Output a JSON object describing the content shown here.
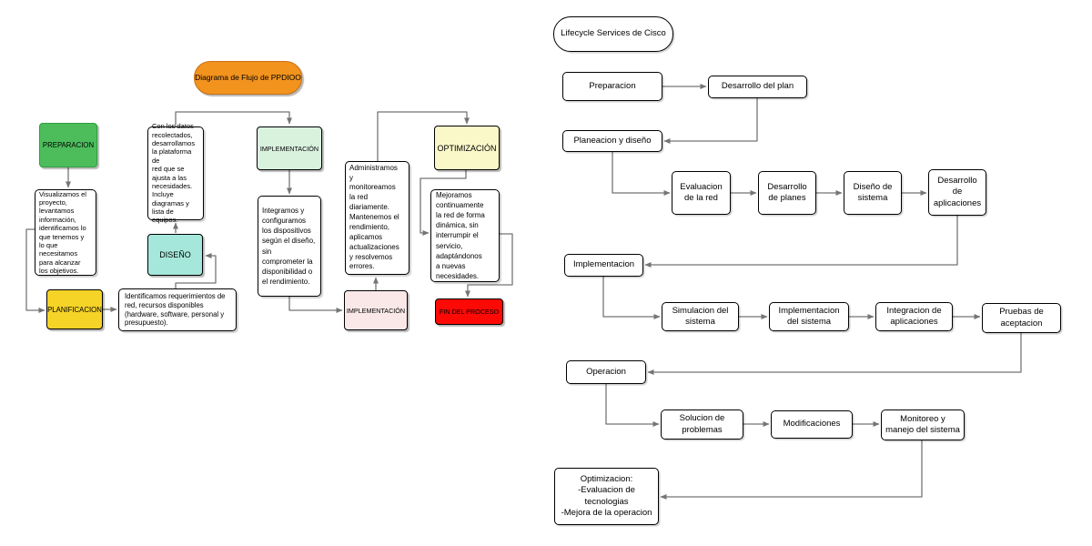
{
  "palette": {
    "title_orange": "#f2931e",
    "title_orange_border": "#c87014",
    "green": "#4dbd5c",
    "green_border": "#2f9e41",
    "yellow": "#f5d327",
    "cyan": "#a5e7db",
    "pale_green": "#d9f2de",
    "pale_yellow": "#faf8c9",
    "pink": "#fae8e8",
    "red": "#fe0905",
    "box_white": "#ffffff",
    "border_black": "#000000",
    "connector_gray": "#757575"
  },
  "left_diagram": {
    "title": "Diagrama de Flujo de PPDIOO",
    "nodes": {
      "preparacion": "PREPARACION",
      "visualizamos": "Visualizamos el\nproyecto,\nlevantamos\ninformación,\nidentificamos lo\nque tenemos y\nlo que\nnecesitamos\npara alcanzar\nlos objetivos.",
      "planificacion": "PLANIFICACION",
      "identificamos": "Identificamos requerimientos de\nred, recursos disponibles\n(hardware, software, personal y\npresupuesto).",
      "diseno": "DISEÑO",
      "con_datos": "Con los datos\nrecolectados,\ndesarrollamos\nla plataforma de\nred que se\najusta a las\nnecesidades.\nIncluye\ndiagramas y\nlista de\nequipos.",
      "implementacion_1": "IMPLEMENTACIÓN",
      "integramos": "Integramos y\nconfiguramos\nlos dispositivos\nsegún el diseño,\nsin\ncomprometer la\ndisponibilidad o\nel rendimiento.",
      "implementacion_2": "IMPLEMENTACIÓN",
      "administramos": "Administramos\ny\nmonitoreamos\nla red\ndiariamente.\nMantenemos el\nrendimiento,\naplicamos\nactualizaciones\ny resolvemos\nerrores.",
      "optimizacion": "OPTIMIZACIÓN",
      "mejoramos": "Mejoramos\ncontinuamente\nla red de forma\ndinámica, sin\ninterrumpir el\nservicio,\nadaptándonos\na nuevas\nnecesidades.",
      "fin": "FIN DEL PROCESO"
    }
  },
  "right_diagram": {
    "title": "Lifecycle Services de Cisco",
    "nodes": {
      "preparacion": "Preparacion",
      "desarrollo_plan": "Desarrollo del plan",
      "planeacion_diseno": "Planeacion y diseño",
      "evaluacion_red": "Evaluacion\nde la red",
      "desarrollo_planes": "Desarrollo\nde planes",
      "diseno_sistema": "Diseño de\nsistema",
      "desarrollo_aplicaciones": "Desarrollo\nde\naplicaciones",
      "implementacion": "Implementacion",
      "simulacion_sistema": "Simulacion del\nsistema",
      "implementacion_sistema": "Implementacion\ndel sistema",
      "integracion_aplicaciones": "Integracion de\naplicaciones",
      "pruebas_aceptacion": "Pruebas de\naceptacion",
      "operacion": "Operacion",
      "solucion_problemas": "Solucion de\nproblemas",
      "modificaciones": "Modificaciones",
      "monitoreo": "Monitoreo y\nmanejo del sistema",
      "optimizacion": "Optimizacion:\n-Evaluacion de\ntecnologias\n-Mejora de la operacion"
    }
  }
}
